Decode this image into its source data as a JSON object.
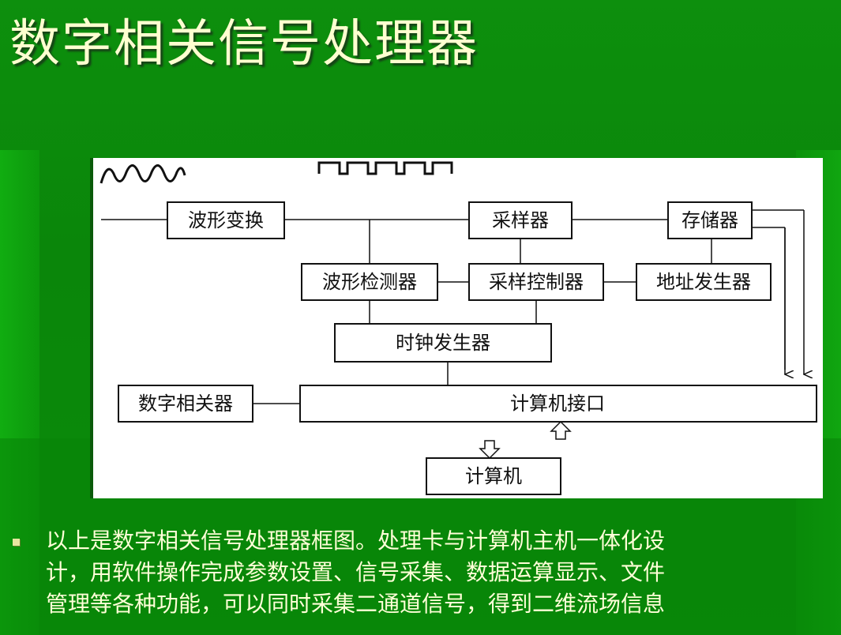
{
  "slide": {
    "title": "数字相关信号处理器"
  },
  "diagram": {
    "boxes": {
      "waveform_transform": "波形变换",
      "sampler": "采样器",
      "memory": "存储器",
      "waveform_detector": "波形检测器",
      "sampling_controller": "采样控制器",
      "address_generator": "地址发生器",
      "clock_generator": "时钟发生器",
      "digital_correlator": "数字相关器",
      "computer_interface": "计算机接口",
      "computer": "计算机"
    }
  },
  "body": {
    "lines": [
      "以上是数字相关信号处理器框图。处理卡与计算机主机一体化设",
      "计，用软件操作完成参数设置、信号采集、数据运算显示、文件",
      "管理等各种功能，可以同时采集二通道信号，得到二维流场信息"
    ]
  }
}
